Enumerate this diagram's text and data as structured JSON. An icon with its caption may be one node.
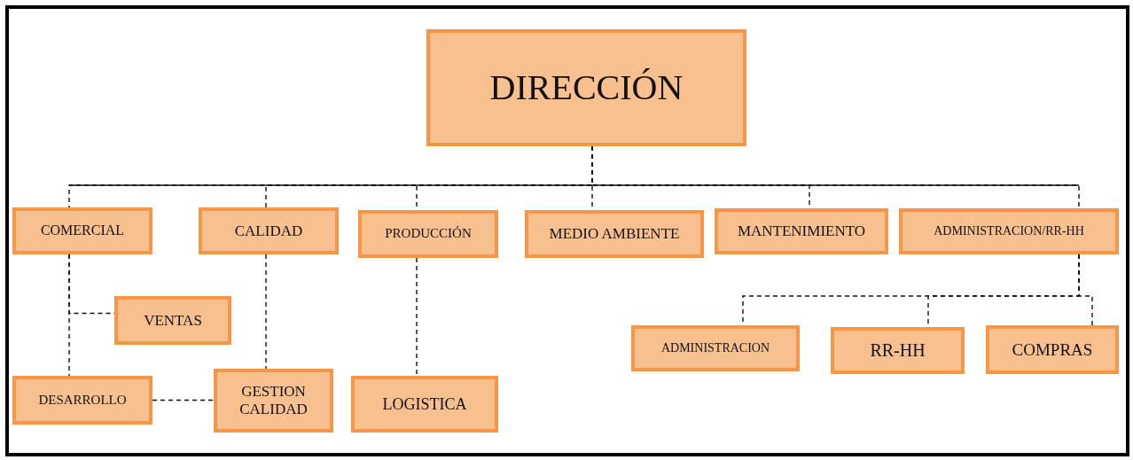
{
  "diagram": {
    "nodes": [
      {
        "text": [
          "DIRECCIÓN"
        ]
      },
      {
        "text": [
          "COMERCIAL"
        ]
      },
      {
        "text": [
          "CALIDAD"
        ]
      },
      {
        "text": [
          "PRODUCCIÓN"
        ]
      },
      {
        "text": [
          "MEDIO AMBIENTE"
        ]
      },
      {
        "text": [
          "MANTENIMIENTO"
        ]
      },
      {
        "text": [
          "ADMINISTRACION/RR-HH"
        ]
      },
      {
        "text": [
          "VENTAS"
        ]
      },
      {
        "text": [
          "ADMINISTRACION"
        ]
      },
      {
        "text": [
          "RR-HH"
        ]
      },
      {
        "text": [
          "COMPRAS"
        ]
      },
      {
        "text": [
          "DESARROLLO"
        ]
      },
      {
        "text": [
          "GESTION CALIDAD"
        ]
      },
      {
        "text": [
          "LOGISTICA"
        ]
      }
    ],
    "edges": [
      {
        "from": 0,
        "to": 1,
        "arrow": "none"
      },
      {
        "from": 0,
        "to": 2,
        "arrow": "none"
      },
      {
        "from": 0,
        "to": 3,
        "arrow": "none"
      },
      {
        "from": 0,
        "to": 4,
        "arrow": "none"
      },
      {
        "from": 0,
        "to": 5,
        "arrow": "none"
      },
      {
        "from": 0,
        "to": 6,
        "arrow": "none"
      },
      {
        "from": 1,
        "to": 7,
        "arrow": "none"
      },
      {
        "from": 1,
        "to": 11,
        "arrow": "none"
      },
      {
        "from": 2,
        "to": 12,
        "arrow": "none"
      },
      {
        "from": 3,
        "to": 13,
        "arrow": "none"
      },
      {
        "from": 6,
        "to": 8,
        "arrow": "none"
      },
      {
        "from": 6,
        "to": 9,
        "arrow": "none"
      },
      {
        "from": 6,
        "to": 10,
        "arrow": "none"
      },
      {
        "from": 11,
        "to": 12,
        "arrow": "none"
      }
    ]
  }
}
